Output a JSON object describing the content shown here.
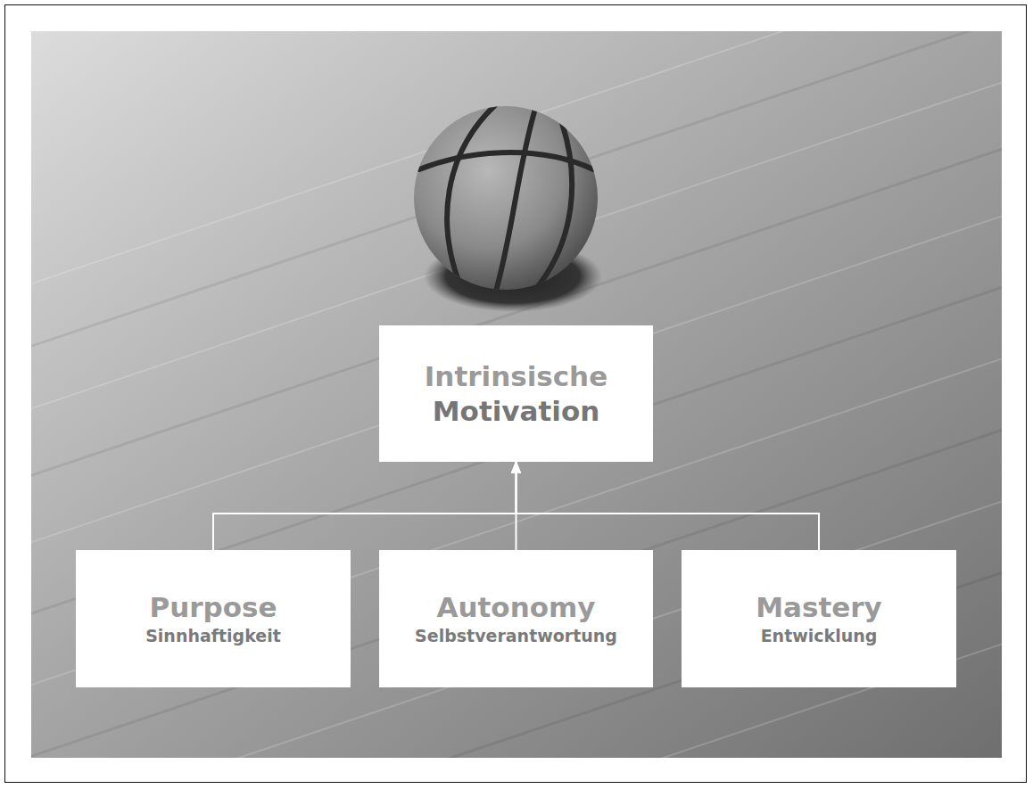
{
  "diagram": {
    "nodes": [
      {
        "text": [
          "Intrinsische",
          "Motivation"
        ]
      },
      {
        "text": [
          "Purpose",
          "Sinnhaftigkeit"
        ]
      },
      {
        "text": [
          "Autonomy",
          "Selbstverantwortung"
        ]
      },
      {
        "text": [
          "Mastery",
          "Entwicklung"
        ]
      }
    ],
    "edges": [
      {
        "from": 1,
        "to": 0,
        "arrow": "to"
      },
      {
        "from": 2,
        "to": 0,
        "arrow": "to"
      },
      {
        "from": 3,
        "to": 0,
        "arrow": "to"
      }
    ]
  }
}
